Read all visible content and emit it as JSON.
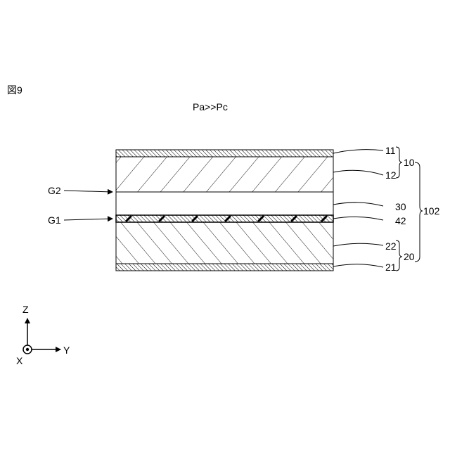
{
  "figure": {
    "label": "図9",
    "condition": "Pa>>Pc"
  },
  "layers": {
    "l11": "11",
    "l12": "12",
    "l30": "30",
    "l42": "42",
    "l22": "22",
    "l21": "21"
  },
  "groups": {
    "g10": "10",
    "g20": "20",
    "g102": "102"
  },
  "gaps": {
    "g2": "G2",
    "g1": "G1"
  },
  "axes": {
    "z": "Z",
    "y": "Y",
    "x": "X"
  }
}
